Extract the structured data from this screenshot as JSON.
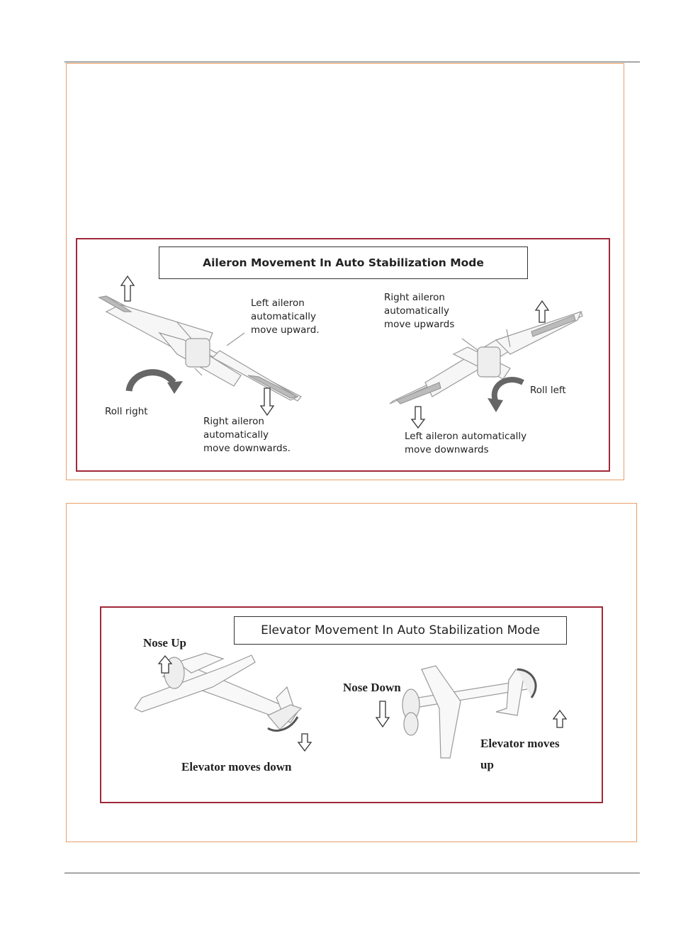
{
  "aileron": {
    "title": "Aileron Movement In Auto Stabilization Mode",
    "left_aileron_up": "Left aileron\nautomatically\nmove upward.",
    "roll_right": "Roll right",
    "right_aileron_down": "Right aileron\nautomatically\nmove downwards.",
    "right_aileron_up": "Right aileron\nautomatically\nmove upwards",
    "roll_left": "Roll left",
    "left_aileron_down": "Left aileron automatically\nmove downwards"
  },
  "elevator": {
    "title": "Elevator Movement In Auto Stabilization Mode",
    "nose_up": "Nose Up",
    "elevator_down": "Elevator moves down",
    "nose_down": "Nose  Down",
    "elevator_up": "Elevator moves\nup"
  },
  "colors": {
    "outer_border": "#e8a06a",
    "panel_border": "#a0283a"
  }
}
